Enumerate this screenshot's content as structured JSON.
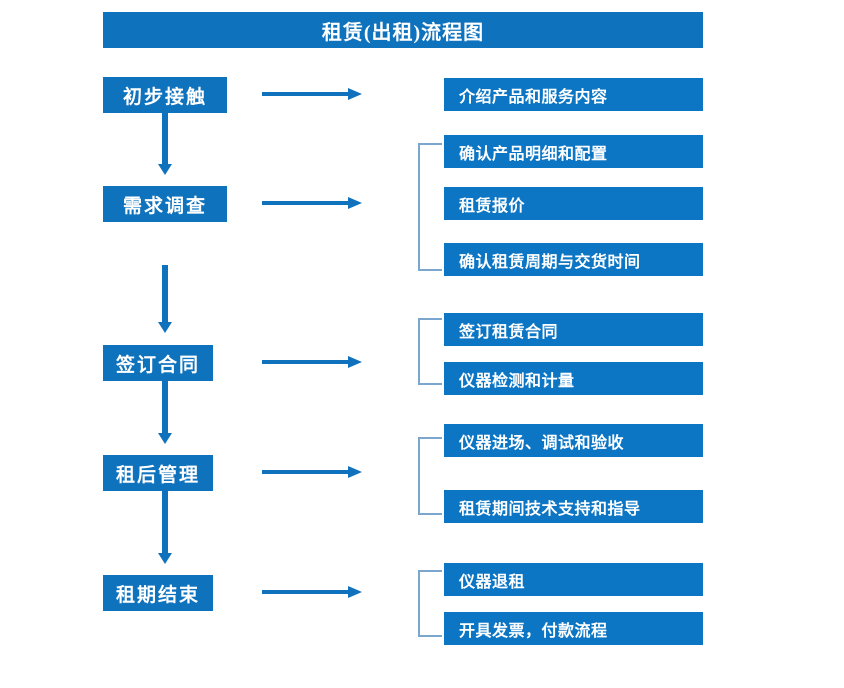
{
  "title": "租赁(出租)流程图",
  "colors": {
    "box_blue": "#0f72bd",
    "detail_blue": "#0d76c4",
    "arrow_blue": "#1072bd",
    "bracket_gray_blue": "#7ba7cf",
    "text_white": "#ffffff",
    "background": "#ffffff"
  },
  "stages": [
    {
      "label": "初步接触",
      "arrow": "right-arrow",
      "details": [
        "介绍产品和服务内容"
      ]
    },
    {
      "label": "需求调查",
      "arrow": "right-arrow",
      "details": [
        "确认产品明细和配置",
        "租赁报价",
        "确认租赁周期与交货时间"
      ]
    },
    {
      "label": "签订合同",
      "arrow": "right-arrow",
      "details": [
        "签订租赁合同",
        "仪器检测和计量"
      ]
    },
    {
      "label": "租后管理",
      "arrow": "right-arrow",
      "details": [
        "仪器进场、调试和验收",
        "租赁期间技术支持和指导"
      ]
    },
    {
      "label": "租期结束",
      "arrow": "right-arrow",
      "details": [
        "仪器退租",
        "开具发票，付款流程"
      ]
    }
  ],
  "connectors": {
    "down_arrows": 4,
    "right_arrows": 5
  }
}
